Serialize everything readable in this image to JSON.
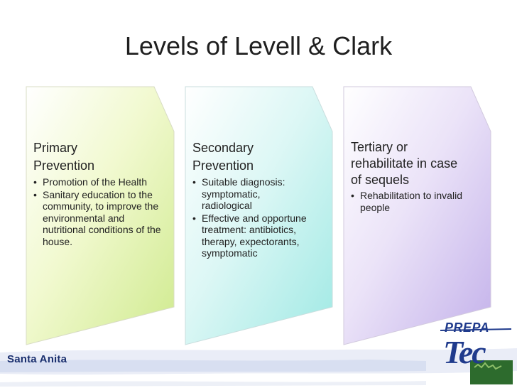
{
  "slide": {
    "title": "Levels of Levell & Clark"
  },
  "stages": [
    {
      "heading_lines": [
        "Primary",
        "Prevention"
      ],
      "bullets": [
        "Promotion of the Health",
        "Sanitary education to the community, to improve the environmental and nutritional conditions of the house."
      ]
    },
    {
      "heading_lines": [
        "Secondary",
        "Prevention"
      ],
      "bullets": [
        "Suitable diagnosis: symptomatic, radiological",
        "Effective and opportune treatment: antibiotics, therapy, expectorants, symptomatic"
      ]
    },
    {
      "heading_lines": [
        "Tertiary or",
        "rehabilitate in case",
        "of sequels"
      ],
      "bullets": [
        "Rehabilitation to invalid people"
      ]
    }
  ],
  "colors": {
    "stage1_light": "#fbfde9",
    "stage1_dark": "#d4ef94",
    "stage2_light": "#f3fdfd",
    "stage2_dark": "#a8eeea",
    "stage3_light": "#f8f5fd",
    "stage3_dark": "#c8b8ec",
    "brand_blue": "#1f3a8c",
    "brand_green": "#2d6b2d"
  },
  "footer": {
    "campus": "Santa Anita"
  },
  "logo": {
    "line1": "PREPA",
    "line2": "Tec"
  }
}
